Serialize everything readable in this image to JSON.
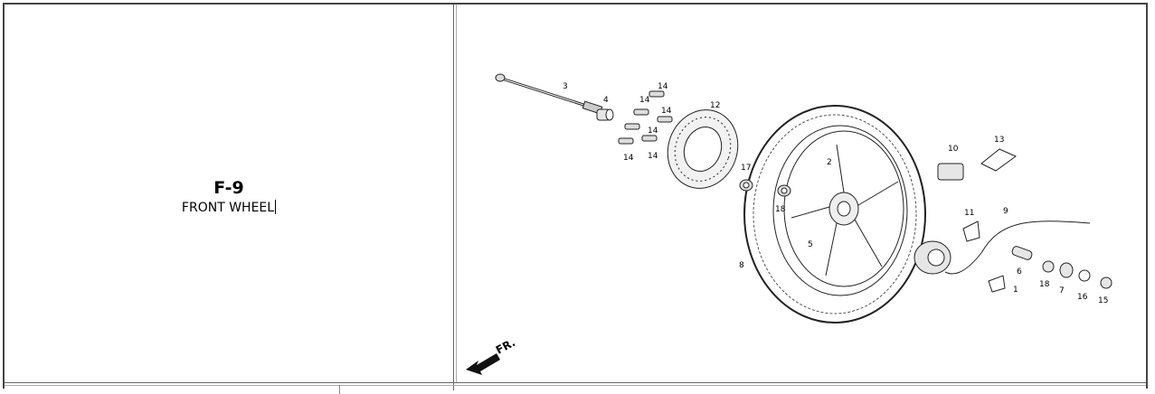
{
  "section": {
    "code": "F-9",
    "name": "FRONT WHEEL"
  },
  "diagram": {
    "callouts": [
      "1",
      "2",
      "3",
      "4",
      "5",
      "6",
      "7",
      "8",
      "9",
      "10",
      "11",
      "12",
      "13",
      "14",
      "15",
      "16",
      "17",
      "18"
    ],
    "direction_label": "FR."
  }
}
